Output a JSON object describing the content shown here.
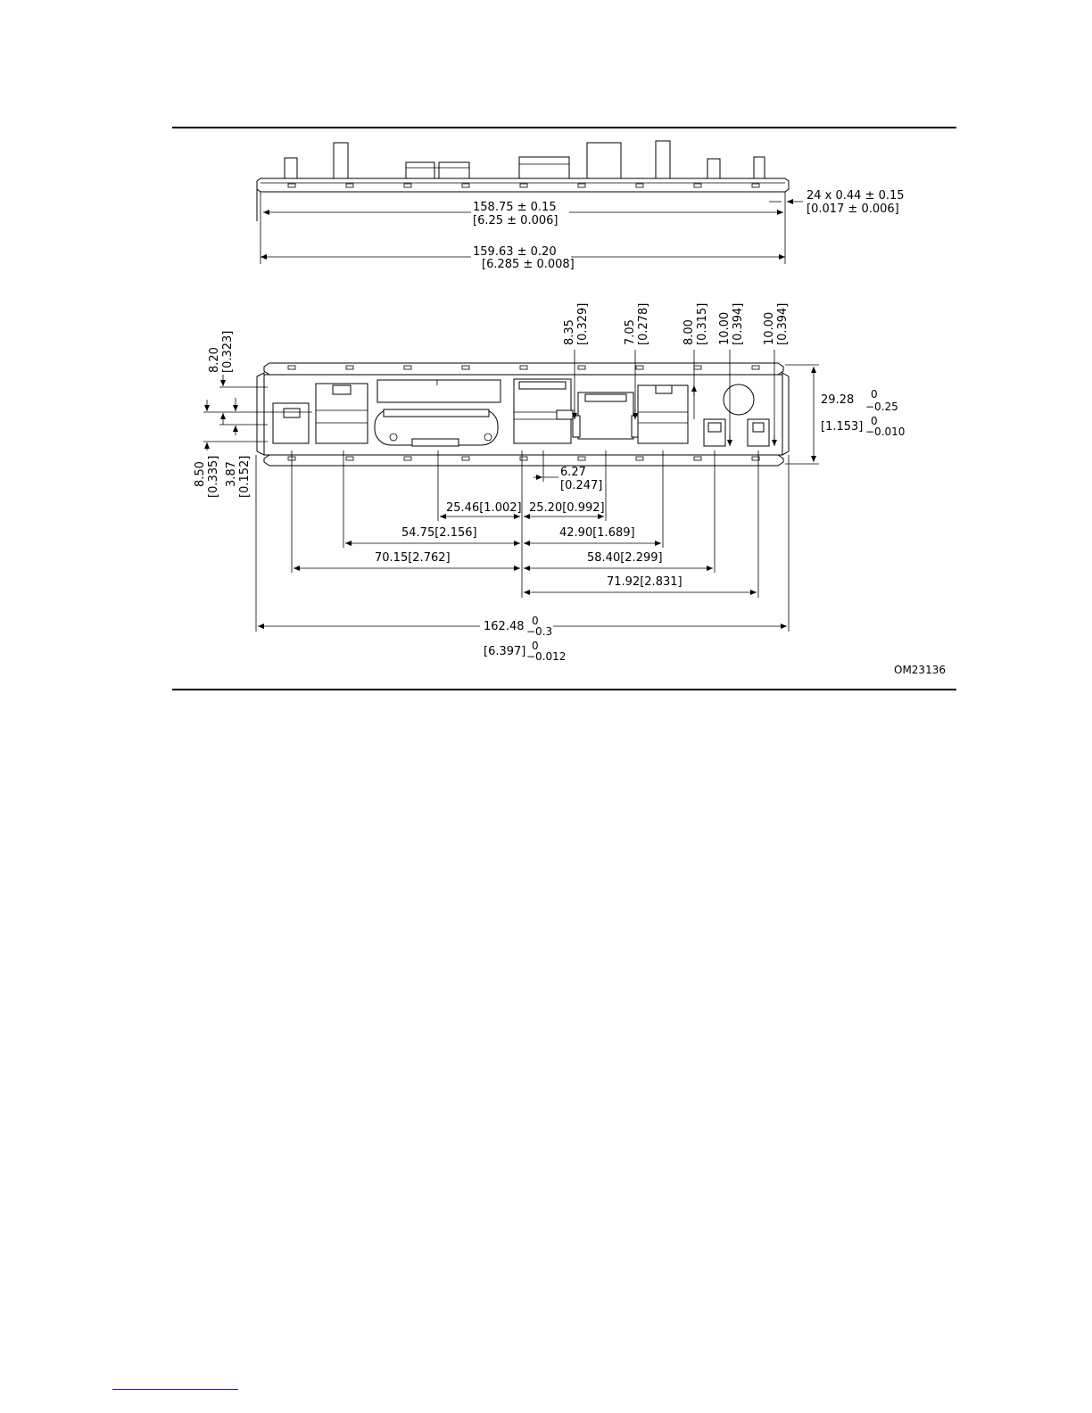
{
  "figure_id": "OM23136",
  "side_view": {
    "slots_dim": [
      "24 x 0.44 ± 0.15",
      "[0.017 ± 0.006]"
    ],
    "inner_width_dim": [
      "158.75 ± 0.15",
      "[6.25 ± 0.006]"
    ],
    "outer_width_dim": [
      "159.63 ± 0.20",
      "[6.285 ± 0.008]"
    ]
  },
  "front_view": {
    "left_dims": [
      "8.20",
      "[0.323]",
      "8.50",
      "[0.335]",
      "3.87",
      "[0.152]"
    ],
    "top_dims": [
      "8.35",
      "[0.329]",
      "7.05",
      "[0.278]",
      "8.00",
      "[0.315]",
      "10.00",
      "[0.394]",
      "10.00",
      "[0.394]"
    ],
    "height_dim": {
      "mm": "29.28",
      "mm_upper": "0",
      "mm_lower": "−0.25",
      "in": "[1.153]",
      "in_upper": "0",
      "in_lower": "−0.010"
    },
    "small_dim": [
      "6.27",
      "[0.247]"
    ],
    "row1": [
      "25.46[1.002]",
      "25.20[0.992]"
    ],
    "row2": [
      "54.75[2.156]",
      "42.90[1.689]"
    ],
    "row3": [
      "70.15[2.762]",
      "58.40[2.299]"
    ],
    "row4": [
      "71.92[2.831]"
    ],
    "overall_dim": {
      "mm": "162.48",
      "mm_upper": "0",
      "mm_lower": "−0.3",
      "in": "[6.397]",
      "in_upper": "0",
      "in_lower": "−0.012"
    }
  }
}
